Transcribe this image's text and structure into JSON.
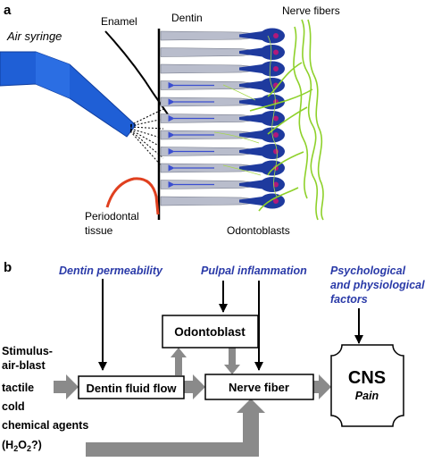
{
  "panel_a": {
    "letter": "a",
    "air_syringe": "Air syringe",
    "enamel": "Enamel",
    "dentin": "Dentin",
    "nerve_fibers": "Nerve fibers",
    "periodontal_line1": "Periodontal",
    "periodontal_line2": "tissue",
    "odontoblasts": "Odontoblasts"
  },
  "panel_b": {
    "letter": "b",
    "dentin_permeability": "Dentin permeability",
    "pulpal_inflammation": "Pulpal inflammation",
    "psych_line1": "Psychological",
    "psych_line2": "and physiological",
    "psych_line3": "factors",
    "stimulus_lines": [
      "Stimulus-",
      "air-blast",
      "tactile",
      "cold",
      "chemical agents"
    ],
    "h2o2_prefix": "(H",
    "h2o2_sub1": "2",
    "h2o2_mid": "O",
    "h2o2_sub2": "2",
    "h2o2_suffix": "?)",
    "odontoblast_box": "Odontoblast",
    "dentin_fluid_flow_box": "Dentin fluid flow",
    "nerve_fiber_box": "Nerve fiber",
    "cns": "CNS",
    "pain": "Pain"
  },
  "colors": {
    "syringe_blue": "#1f5fd6",
    "odontoblast_blue": "#1e3a9e",
    "nucleus": "#b0197a",
    "nerve_green": "#8ed12a",
    "periodontal_red": "#e0401f",
    "factor_text_blue": "#2a3aa8",
    "arrow_gray": "#8a8a8a"
  }
}
